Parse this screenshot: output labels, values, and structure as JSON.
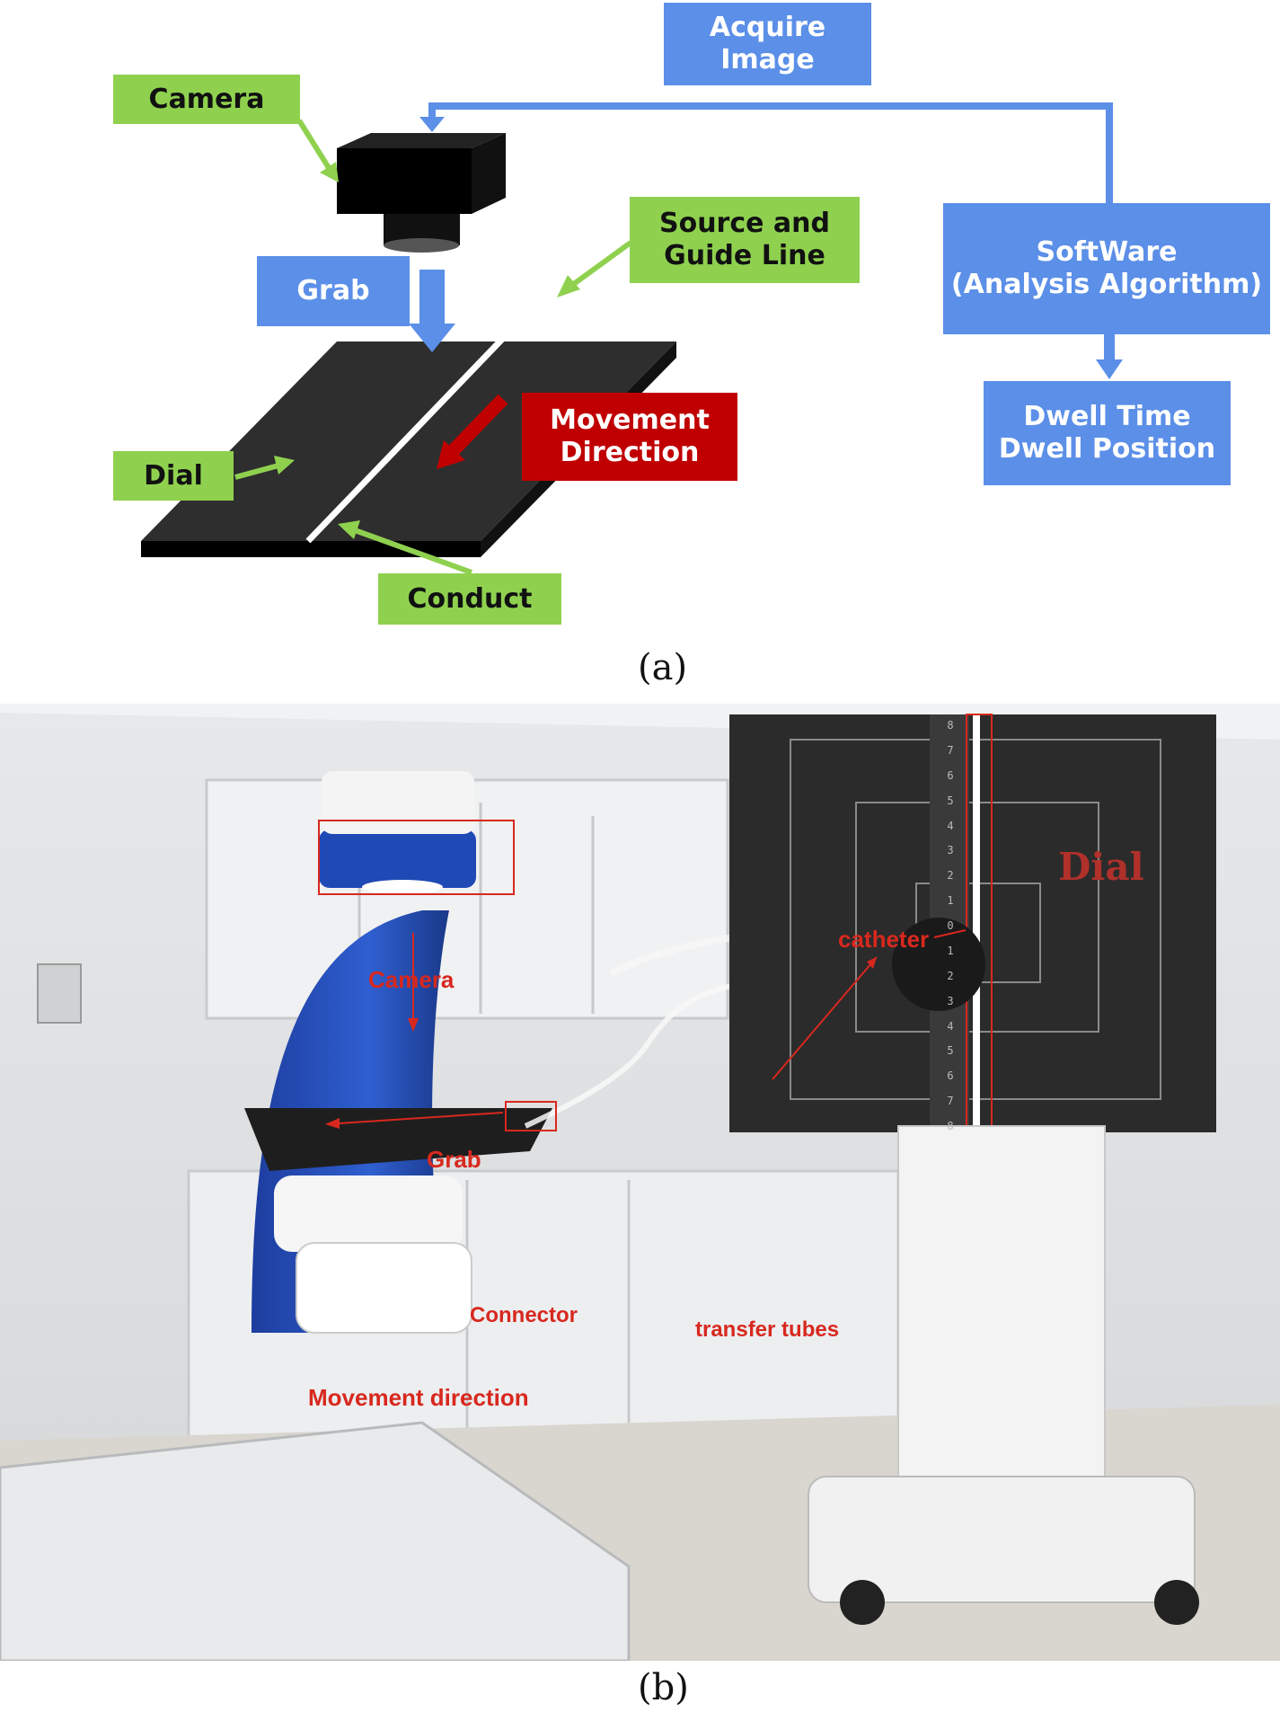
{
  "panel_a": {
    "caption": "(a)",
    "labels": {
      "acquire_image": "Acquire\nImage",
      "camera": "Camera",
      "source_guide": "Source and\nGuide Line",
      "grab": "Grab",
      "software": "SoftWare\n(Analysis Algorithm)",
      "movement_direction": "Movement\nDirection",
      "dial": "Dial",
      "dwell": "Dwell Time\nDwell Position",
      "conduct": "Conduct"
    }
  },
  "panel_b": {
    "caption": "(b)",
    "labels": {
      "camera": "Camera",
      "grab": "Grab",
      "dial": "Dial",
      "catheter": "catheter",
      "connector": "Connector",
      "transfer_tubes": "transfer tubes",
      "movement_direction": "Movement direction"
    },
    "scale_numbers": [
      "8",
      "7",
      "6",
      "5",
      "4",
      "3",
      "2",
      "1",
      "0",
      "1",
      "2",
      "3",
      "4",
      "5",
      "6",
      "7",
      "8"
    ]
  },
  "colors": {
    "green_label": "#8fd14f",
    "blue_box": "#5b8fe8",
    "red_box": "#c00000",
    "annotation_red": "#d8281e",
    "dial_plate": "#2b2b2b"
  }
}
